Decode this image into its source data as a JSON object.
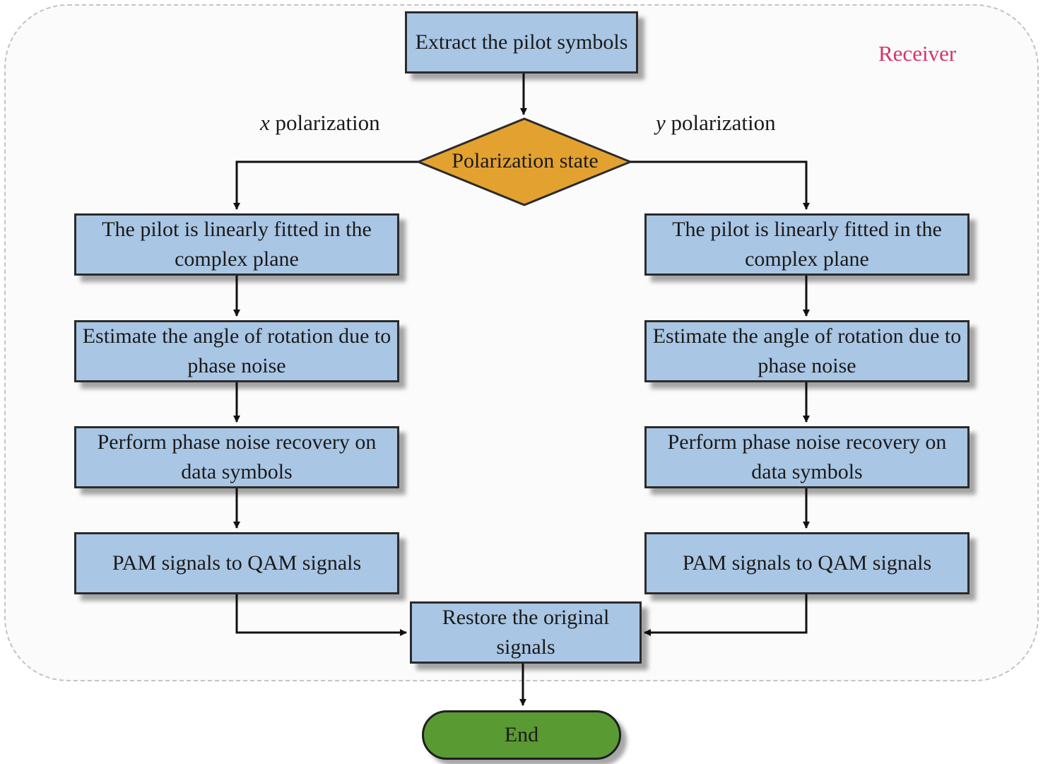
{
  "frame_label": "Receiver",
  "nodes": {
    "extract": "Extract the pilot symbols",
    "decision": "Polarization state",
    "x_fit": "The pilot is linearly fitted in the complex plane",
    "x_estimate": "Estimate the angle of rotation due to phase noise",
    "x_recovery": "Perform phase noise recovery on data symbols",
    "x_pam": "PAM signals to QAM signals",
    "y_fit": "The pilot is linearly fitted in the complex plane",
    "y_estimate": "Estimate the angle of rotation due to phase noise",
    "y_recovery": "Perform phase noise recovery on data symbols",
    "y_pam": "PAM signals to QAM signals",
    "restore": "Restore the original signals",
    "end": "End"
  },
  "branches": {
    "x_var": "x",
    "x_text": " polarization",
    "y_var": "y",
    "y_text": " polarization"
  },
  "colors": {
    "process_fill": "#a9c6e4",
    "decision_fill": "#e3a230",
    "end_fill": "#5a9a32",
    "receiver_label": "#d6336c"
  }
}
